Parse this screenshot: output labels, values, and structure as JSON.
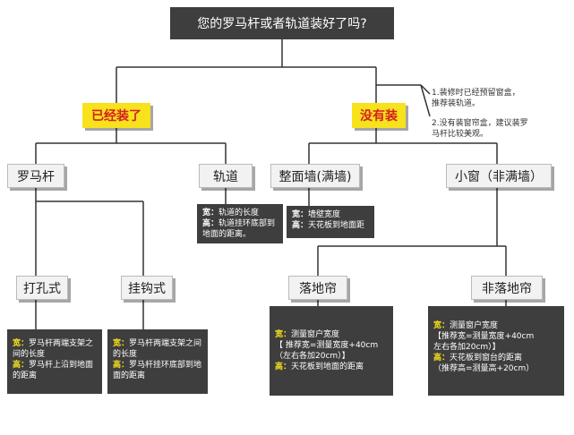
{
  "question": "您的罗马杆或者轨道装好了吗?",
  "installed": "已经装了",
  "not_installed": "没有装",
  "notes": [
    "1.装修时已经预留窗盒，",
    "推荐装轨道。",
    "2.没有装窗帘盒，建议装罗",
    "马杆比较美观。"
  ],
  "roman_rod": "罗马杆",
  "track": "轨道",
  "full_wall": "整面墙(满墙)",
  "small_window": "小窗（非满墙）",
  "drill_type": "打孔式",
  "hook_type": "挂钩式",
  "floor_curtain": "落地帘",
  "non_floor_curtain": "非落地帘",
  "track_info": {
    "w_key": "宽：",
    "w_val": "轨道的长度",
    "h_key": "高：",
    "h_val": "轨道挂环底部到地面的距离。"
  },
  "wall_info": {
    "w_key": "宽：",
    "w_val": "墙壁宽度",
    "h_key": "高：",
    "h_val": "天花板到地面距"
  },
  "drill_info": {
    "w_key": "宽：",
    "w_val": "罗马杆两端支架之间的长度",
    "h_key": "高：",
    "h_val": "罗马杆上沿到地面的距离"
  },
  "hook_info": {
    "w_key": "宽：",
    "w_val": "罗马杆两端支架之间的长度",
    "h_key": "高：",
    "h_val": "罗马杆挂环底部到地面的距离"
  },
  "floor_info": {
    "w_key": "宽：",
    "w_val": "测量窗户宽度",
    "w_rec1": "【 推荐宽=测量宽度+40cm",
    "w_rec2": "（左右各加20cm）】",
    "h_key": "高：",
    "h_val": "天花板到地面的距离"
  },
  "nonfloor_info": {
    "w_key": "宽：",
    "w_val": "测量窗户宽度",
    "w_rec1": "【推荐宽=测量宽度+40cm",
    "w_rec2": "左右各加20cm）】",
    "h_key": "高：",
    "h_val": "天花板到窗台的距离",
    "h_rec": "（推荐高=测量高+20cm）"
  }
}
